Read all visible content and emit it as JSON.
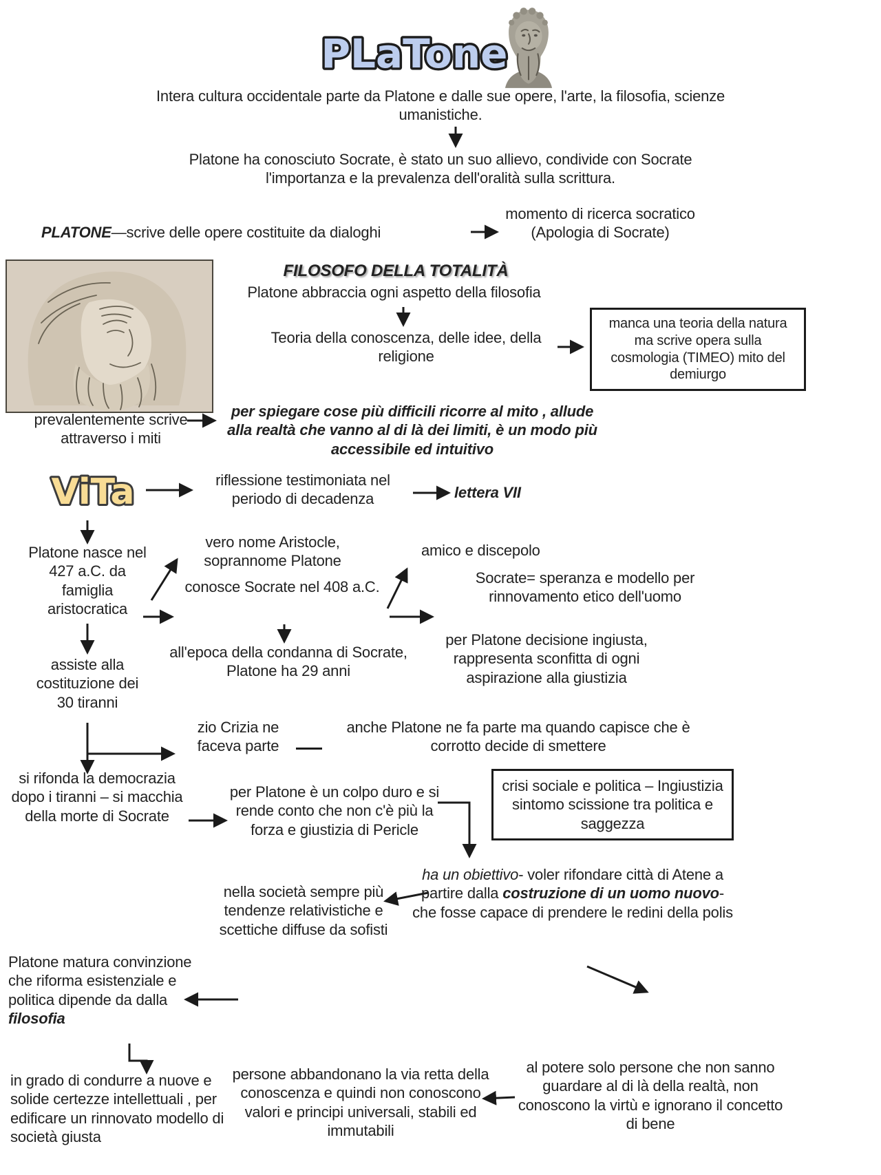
{
  "colors": {
    "title_fill": "#bccdee",
    "title_stroke": "#1d1d1d",
    "vita_fill": "#f8dc95",
    "vita_stroke": "#3c3c3c",
    "ink": "#222222"
  },
  "header": {
    "title": "PLaTone"
  },
  "intro": {
    "western_culture": "Intera cultura occidentale parte da Platone e dalle sue opere, l'arte, la filosofia, scienze umanistiche.",
    "socrates_pupil": "Platone ha conosciuto Socrate, è stato un suo allievo, condivide con Socrate l'importanza e la prevalenza dell'oralità sulla scrittura."
  },
  "opere": {
    "label": "PLATONE",
    "dash": "—",
    "text": "scrive delle opere costituite da dialoghi",
    "result": "momento di ricerca socratico (Apologia di Socrate)"
  },
  "totalita": {
    "heading": "FILOSOFO DELLA TOTALITÀ",
    "sub": "Platone abbraccia ogni aspetto della filosofia",
    "teoria": "Teoria della conoscenza, delle idee, della religione",
    "nota": "manca una teoria della natura ma scrive opera sulla cosmologia (TIMEO) mito del demiurgo"
  },
  "miti": {
    "fonte": "prevalentemente scrive attraverso i miti",
    "spiegazione": "per spiegare cose più difficili ricorre al mito , allude alla realtà che vanno al di là dei limiti, è un modo più accessibile ed intuitivo"
  },
  "vita": {
    "heading": "ViTa",
    "riflessione": "riflessione testimoniata nel periodo di decadenza",
    "lettera": "lettera VII",
    "nascita": "Platone nasce nel 427 a.C. da famiglia aristocratica",
    "nome": "vero nome Aristocle, soprannome Platone",
    "incontro": "conosce Socrate nel 408 a.C.",
    "amico": "amico e discepolo",
    "speranza": "Socrate= speranza e modello per rinnovamento etico dell'uomo",
    "condanna": "all'epoca della condanna di Socrate, Platone ha 29 anni",
    "ingiusta": "per Platone decisione ingiusta, rappresenta sconfitta di ogni aspirazione alla giustizia",
    "tiranni": "assiste alla costituzione dei 30 tiranni",
    "crizia": "zio Crizia ne faceva parte",
    "partecipazione": "anche Platone ne fa parte ma quando capisce che è corrotto decide di smettere",
    "democrazia": "si rifonda la democrazia dopo i tiranni – si macchia della morte di Socrate",
    "colpo": "per Platone è un colpo duro e si rende conto che non c'è più la forza e giustizia di Pericle",
    "crisi": "crisi sociale e politica – Ingiustizia sintomo scissione tra politica e saggezza"
  },
  "progetto": {
    "obiettivo_lead": "ha un obiettivo",
    "obiettivo_mid": "- voler rifondare città di Atene a partire dalla ",
    "obiettivo_bold": "costruzione di un uomo nuovo",
    "obiettivo_tail": "- che fosse capace di prendere le redini della polis",
    "sofisti": "nella società sempre più tendenze relativistiche e scettiche diffuse da sofisti",
    "matura_lead": "Platone matura convinzione che riforma esistenziale e politica dipende da dalla ",
    "matura_bold": "filosofia",
    "condurre": "in grado di condurre a nuove e solide certezze intellettuali , per edificare un rinnovato modello di società giusta",
    "persone": "persone abbandonano la via retta della conoscenza e quindi non conoscono valori e principi universali, stabili ed immutabili",
    "potere": "al potere solo persone che non sanno guardare al di là della realtà, non conoscono la virtù e ignorano il concetto di bene"
  }
}
